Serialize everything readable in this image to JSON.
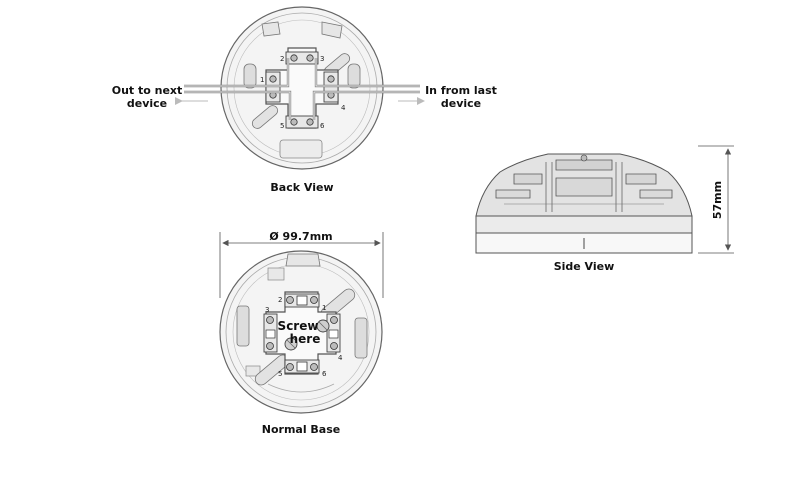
{
  "back_view": {
    "caption": "Back View",
    "left_label_line1": "Out to next",
    "left_label_line2": "device",
    "right_label_line1": "In from last",
    "right_label_line2": "device",
    "terminal_numbers": [
      "2",
      "3",
      "1",
      "4",
      "5",
      "6"
    ]
  },
  "normal_base": {
    "caption": "Normal Base",
    "diameter_label": "Ø 99.7mm",
    "screw_line1": "Screw",
    "screw_line2": "here",
    "terminal_numbers": [
      "2",
      "3",
      "1",
      "4",
      "5",
      "6"
    ]
  },
  "side_view": {
    "caption": "Side View",
    "height_label": "57mm"
  }
}
